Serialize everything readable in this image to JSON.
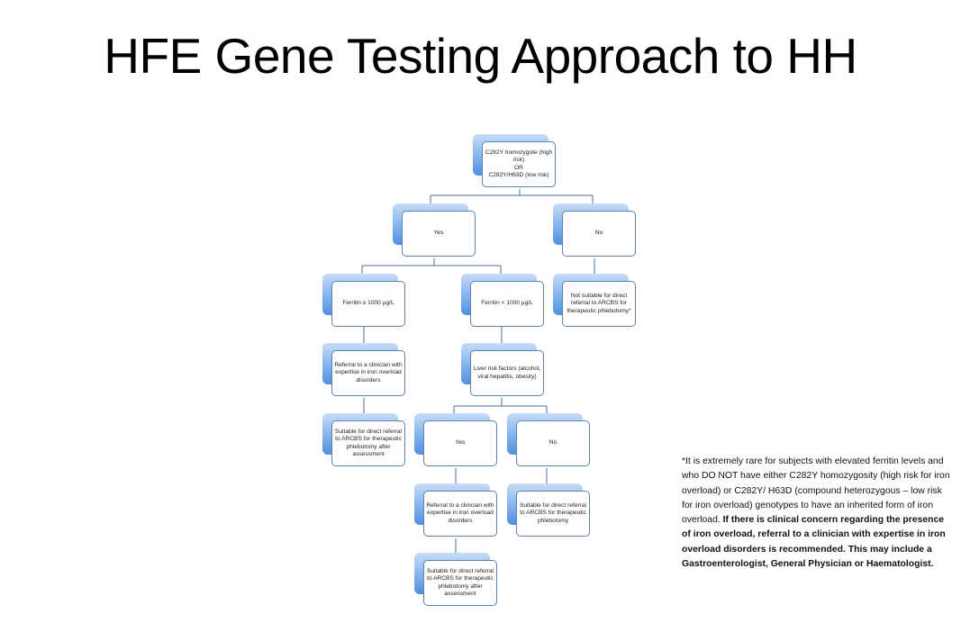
{
  "title": "HFE Gene Testing Approach to HH",
  "nodes": [
    {
      "text": "C282Y homozygote (high risk)\nOR\nC282Y/H63D (low risk)"
    },
    {
      "text": "Yes"
    },
    {
      "text": "No"
    },
    {
      "text": "Ferritin ≥ 1000 µg/L"
    },
    {
      "text": "Ferritin < 1000 µg/L"
    },
    {
      "text": "Not suitable for direct referral to ARCBS for therapeutic phlebotomy*"
    },
    {
      "text": "Referral to a clinician with expertise in iron overload disorders"
    },
    {
      "text": "Liver risk factors (alcohol, viral hepatitis, obesity)"
    },
    {
      "text": "Suitable for direct referral to ARCBS for therapeutic phlebotomy after assessment"
    },
    {
      "text": "Yes"
    },
    {
      "text": "No"
    },
    {
      "text": "Referral to a clinician with expertise in iron overload disorders"
    },
    {
      "text": "Suitable for direct referral to ARCBS for therapeutic phlebotomy"
    },
    {
      "text": "Suitable for direct referral to ARCBS for therapeutic phlebotomy after assessment"
    }
  ],
  "footnote": {
    "normal": "*It is extremely rare for subjects with elevated ferritin levels and who DO NOT have either C282Y homozygosity (high risk for iron overload) or C282Y/ H63D (compound heterozygous – low risk for iron overload) genotypes to have an inherited form of iron overload. ",
    "bold": "If there is clinical concern regarding the presence of iron overload, referral to a clinician with expertise in iron overload disorders is recommended. This may include a Gastroenterologist, General Physician or Haematologist."
  },
  "colors": {
    "line": "#4a6f9c",
    "box_border": "#5a82b2",
    "shadow": "#6aa0e6"
  }
}
